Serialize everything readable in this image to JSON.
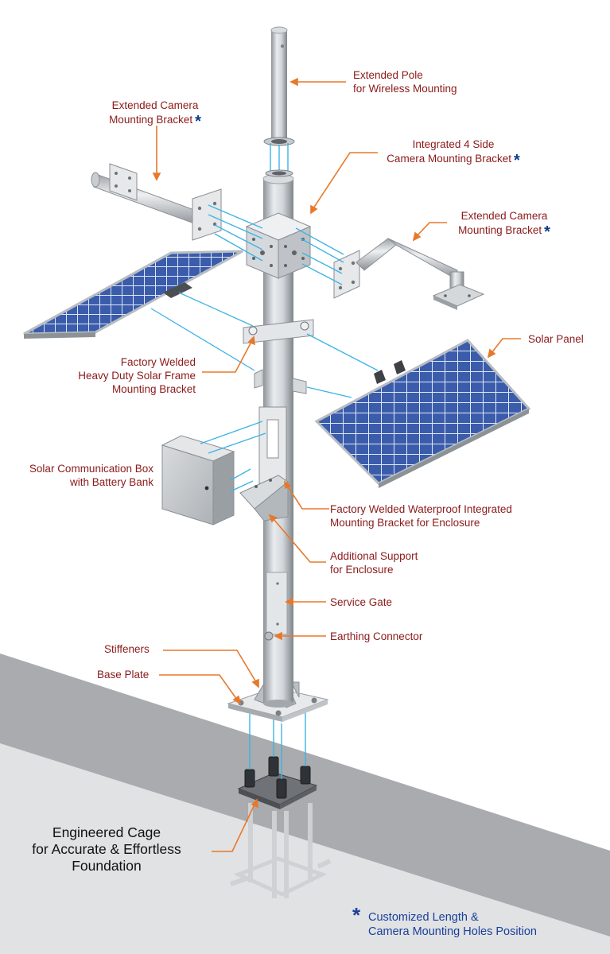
{
  "labels": {
    "extended_pole": [
      "Extended Pole",
      "for Wireless Mounting"
    ],
    "extended_camera_left": [
      "Extended Camera",
      "Mounting Bracket"
    ],
    "integrated_bracket": [
      "Integrated 4 Side",
      "Camera Mounting Bracket"
    ],
    "extended_camera_right": [
      "Extended Camera",
      "Mounting Bracket"
    ],
    "solar_panel": "Solar Panel",
    "solar_frame_bracket": [
      "Factory Welded",
      "Heavy Duty Solar Frame",
      "Mounting Bracket"
    ],
    "comm_box": [
      "Solar Communication Box",
      "with Battery Bank"
    ],
    "enclosure_bracket": [
      "Factory Welded Waterproof Integrated",
      "Mounting Bracket for Enclosure"
    ],
    "additional_support": [
      "Additional Support",
      "for Enclosure"
    ],
    "service_gate": "Service Gate",
    "earthing_connector": "Earthing Connector",
    "stiffeners": "Stiffeners",
    "base_plate": "Base Plate",
    "cage": [
      "Engineered Cage",
      "for Accurate & Effortless",
      "Foundation"
    ]
  },
  "asterisk": "*",
  "footnote": {
    "symbol": "*",
    "lines": [
      "Customized Length &",
      "Camera Mounting Holes Position"
    ]
  },
  "colors": {
    "label_text": "#8b1a1a",
    "leader_line": "#e8782a",
    "asterisk": "#0b3a8a",
    "footnote_text": "#1a3f9c",
    "ground_band": "#a9abae",
    "panel_cell": "#2f4f9a",
    "assembly_line": "#3bb3e6"
  }
}
